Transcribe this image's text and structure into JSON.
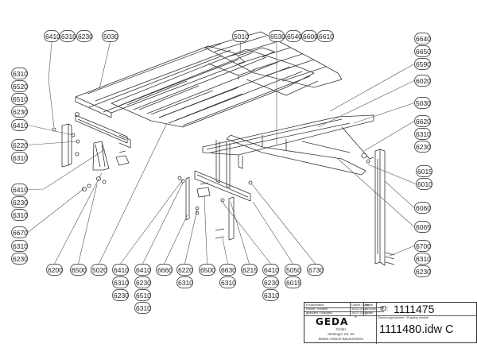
{
  "drawing": {
    "title_block": {
      "labels": {
        "parts_list": "Ersatzteilliste",
        "date_header": "Datum / Date",
        "name_header": "Name",
        "created": "erstellt / created",
        "changed": "geändert / changed",
        "drawing_number_label": "Zeichnungsnummer / Drawing number"
      },
      "created_date": "15.02.2018",
      "created_name": "GEDAst",
      "changed_date": "16.07.2021",
      "changed_name": "gaster",
      "id_label": "ID:",
      "id_value": "1111475",
      "drawing_number": "1111480.idw C",
      "company": {
        "logo": "GEDA",
        "registered": "®",
        "form": "GmbH",
        "street": "Mertinger Str. 60",
        "city": "86663 Asbach-Bäumenheim"
      }
    },
    "callouts": {
      "top": [
        {
          "id": "t1",
          "label": "6410"
        },
        {
          "id": "t2",
          "label": "6310"
        },
        {
          "id": "t3",
          "label": "6230"
        },
        {
          "id": "t4",
          "label": "5030"
        },
        {
          "id": "t5",
          "label": "5010"
        },
        {
          "id": "t6",
          "label": "6530"
        },
        {
          "id": "t7",
          "label": "6540"
        },
        {
          "id": "t8",
          "label": "6600"
        },
        {
          "id": "t9",
          "label": "6610"
        }
      ],
      "left": [
        {
          "id": "l1",
          "label": "6310"
        },
        {
          "id": "l2",
          "label": "6520"
        },
        {
          "id": "l3",
          "label": "6510"
        },
        {
          "id": "l4",
          "label": "6230"
        },
        {
          "id": "l5",
          "label": "6410"
        },
        {
          "id": "l6",
          "label": "6220"
        },
        {
          "id": "l7",
          "label": "6310"
        },
        {
          "id": "l8",
          "label": "6410"
        },
        {
          "id": "l9",
          "label": "6230"
        },
        {
          "id": "l10",
          "label": "6310"
        },
        {
          "id": "l11",
          "label": "6670"
        },
        {
          "id": "l12",
          "label": "6310"
        },
        {
          "id": "l13",
          "label": "6230"
        }
      ],
      "right": [
        {
          "id": "r1",
          "label": "6640"
        },
        {
          "id": "r2",
          "label": "6650"
        },
        {
          "id": "r3",
          "label": "6590"
        },
        {
          "id": "r4",
          "label": "6020"
        },
        {
          "id": "r5",
          "label": "5030"
        },
        {
          "id": "r6",
          "label": "6620"
        },
        {
          "id": "r7",
          "label": "6310"
        },
        {
          "id": "r8",
          "label": "6230"
        },
        {
          "id": "r9",
          "label": "6015"
        },
        {
          "id": "r10",
          "label": "6010"
        },
        {
          "id": "r11",
          "label": "6060"
        },
        {
          "id": "r12",
          "label": "6065"
        },
        {
          "id": "r13",
          "label": "6700"
        },
        {
          "id": "r14",
          "label": "6310"
        },
        {
          "id": "r15",
          "label": "6230"
        }
      ],
      "bottom": [
        {
          "id": "b1",
          "label": "6200"
        },
        {
          "id": "b2",
          "label": "6500"
        },
        {
          "id": "b3",
          "label": "5020"
        },
        {
          "id": "b4",
          "label": "6410"
        },
        {
          "id": "b5",
          "label": "6310"
        },
        {
          "id": "b6",
          "label": "6230"
        },
        {
          "id": "b7",
          "label": "6410"
        },
        {
          "id": "b8",
          "label": "6230"
        },
        {
          "id": "b9",
          "label": "6510"
        },
        {
          "id": "b10",
          "label": "6310"
        },
        {
          "id": "b11",
          "label": "6660"
        },
        {
          "id": "b12",
          "label": "6220"
        },
        {
          "id": "b13",
          "label": "6310"
        },
        {
          "id": "b14",
          "label": "6500"
        },
        {
          "id": "b15",
          "label": "6630"
        },
        {
          "id": "b16",
          "label": "6310"
        },
        {
          "id": "b17",
          "label": "6215"
        },
        {
          "id": "b18",
          "label": "6410"
        },
        {
          "id": "b19",
          "label": "6230"
        },
        {
          "id": "b20",
          "label": "6310"
        },
        {
          "id": "b21",
          "label": "5050"
        },
        {
          "id": "b22",
          "label": "6015"
        },
        {
          "id": "b23",
          "label": "6730"
        }
      ]
    }
  }
}
